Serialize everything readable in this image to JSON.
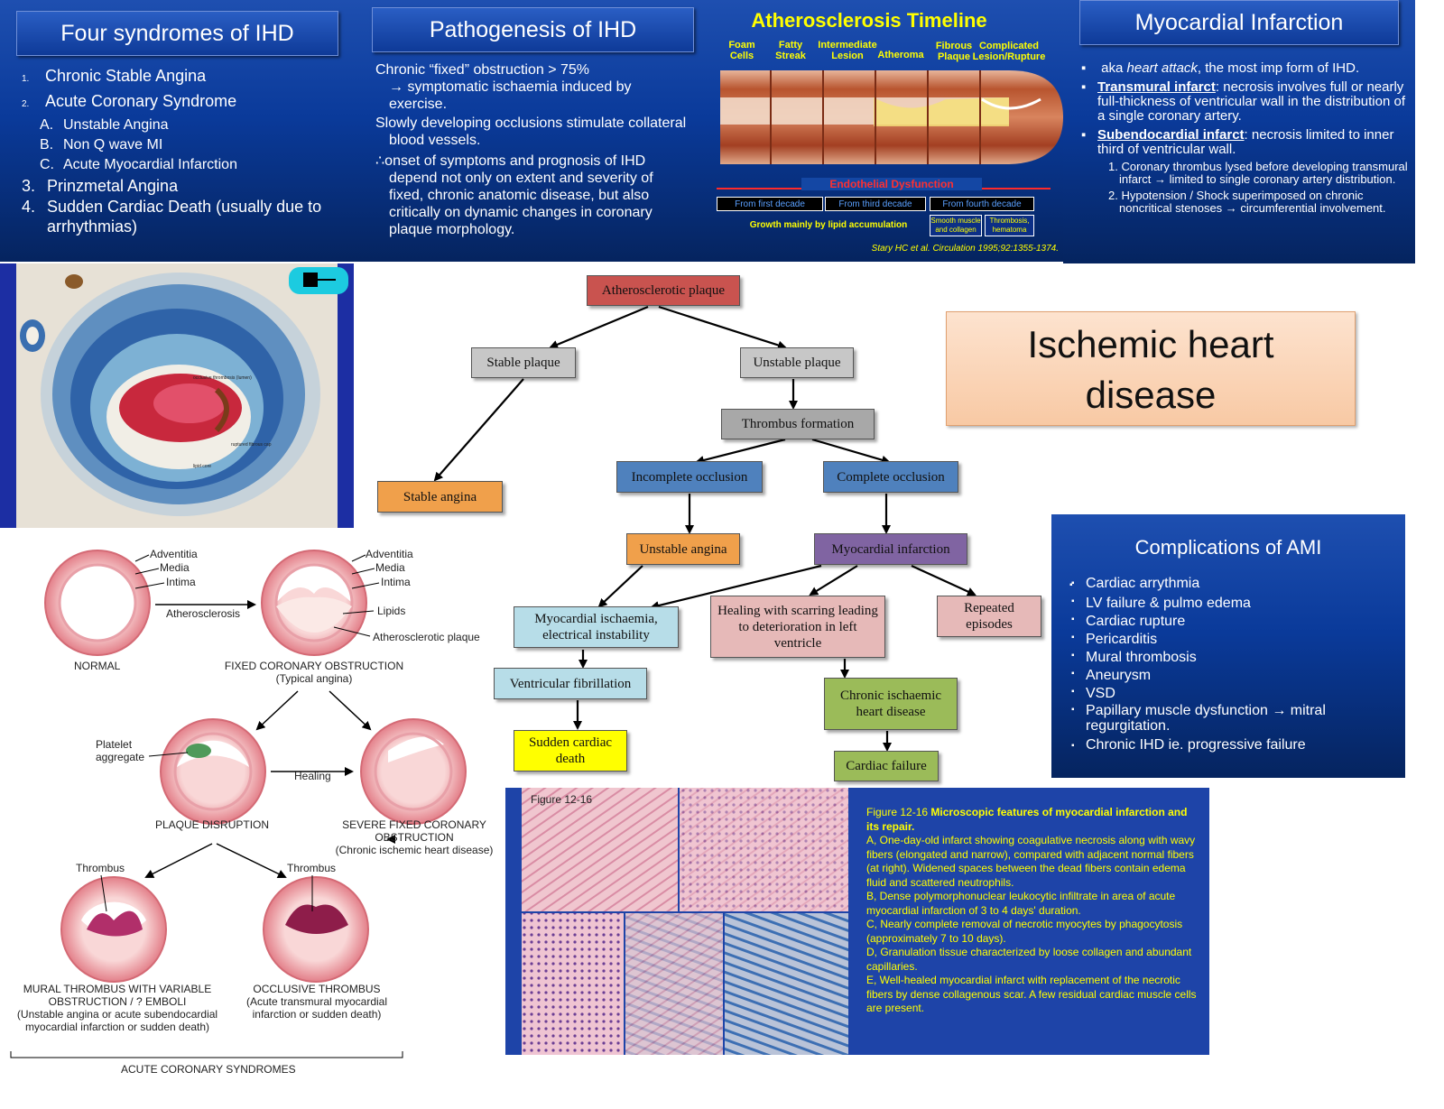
{
  "slide1": {
    "title": "Four syndromes of IHD",
    "items": [
      {
        "num": "1.",
        "text": "Chronic Stable Angina"
      },
      {
        "num": "2.",
        "text": "Acute Coronary Syndrome"
      },
      {
        "num": "A.",
        "text": "Unstable Angina"
      },
      {
        "num": "B.",
        "text": "Non Q wave MI"
      },
      {
        "num": "C.",
        "text": "Acute Myocardial Infarction"
      },
      {
        "num": "3.",
        "text": "Prinzmetal Angina"
      },
      {
        "num": "4.",
        "text": "Sudden Cardiac Death (usually due to arrhythmias)"
      }
    ]
  },
  "slide2": {
    "title": "Pathogenesis of IHD",
    "p1": "Chronic “fixed” obstruction > 75%",
    "p1b": "→ symptomatic ischaemia induced by exercise.",
    "p2": "Slowly developing occlusions stimulate collateral blood vessels.",
    "p3": "∴onset of symptoms and prognosis of IHD depend not only on extent and severity of fixed, chronic anatomic disease, but also critically on dynamic changes in coronary plaque morphology."
  },
  "slide3": {
    "title": "Atherosclerosis Timeline",
    "stages": [
      "Foam Cells",
      "Fatty Streak",
      "Intermediate Lesion",
      "Atheroma",
      "Fibrous Plaque",
      "Complicated Lesion/Rupture"
    ],
    "endothelial": "Endothelial Dysfunction",
    "decades": [
      "From first decade",
      "From third decade",
      "From fourth decade"
    ],
    "growth1": "Growth mainly by lipid accumulation",
    "growth2": "Smooth muscle and collagen",
    "growth3": "Thrombosis, hematoma",
    "citation": "Stary HC et al. Circulation 1995;92:1355-1374."
  },
  "slide4": {
    "title": "Myocardial Infarction",
    "b1_pre": "aka ",
    "b1_em": "heart attack",
    "b1_post": ", the most imp form of IHD.",
    "b2_term": "Transmural infarct",
    "b2_text": ": necrosis involves full or nearly full-thickness of ventricular wall in the distribution of a single coronary artery.",
    "b3_term": "Subendocardial infarct",
    "b3_text": ": necrosis limited to inner third of ventricular wall.",
    "s1": "1. Coronary thrombus lysed before developing transmural infarct → limited to single coronary artery distribution.",
    "s2": "2. Hypotension / Shock superimposed on chronic noncritical stenoses → circumferential involvement."
  },
  "histology": {
    "labels": [
      "occlusive thrombosis (lumen)",
      "ruptured fibrous cap",
      "lipid core"
    ]
  },
  "title_box": {
    "text": "Ischemic heart disease"
  },
  "flow": {
    "atherosclerotic_plaque": "Atherosclerotic plaque",
    "stable_plaque": "Stable plaque",
    "unstable_plaque": "Unstable plaque",
    "thrombus_formation": "Thrombus formation",
    "stable_angina": "Stable angina",
    "incomplete_occlusion": "Incomplete occlusion",
    "complete_occlusion": "Complete occlusion",
    "unstable_angina": "Unstable angina",
    "myocardial_infarction": "Myocardial infarction",
    "myocardial_ischaemia": "Myocardial ischaemia, electrical instability",
    "healing_scarring": "Healing with scarring leading to deterioration in left ventricle",
    "repeated_episodes": "Repeated episodes",
    "ventricular_fibrillation": "Ventricular fibrillation",
    "chronic_ihd": "Chronic ischaemic heart disease",
    "sudden_cardiac_death": "Sudden cardiac death",
    "cardiac_failure": "Cardiac failure"
  },
  "complications": {
    "title": "Complications of AMI",
    "items": [
      "Cardiac arrythmia",
      "LV failure & pulmo edema",
      "Cardiac rupture",
      "Pericarditis",
      "Mural thrombosis",
      "Aneurysm",
      "VSD",
      "Papillary muscle dysfunction → mitral regurgitation.",
      "Chronic IHD ie. progressive failure"
    ]
  },
  "diagram": {
    "adventitia": "Adventitia",
    "media": "Media",
    "intima": "Intima",
    "atherosclerosis": "Atherosclerosis",
    "lipids": "Lipids",
    "atherosclerotic_plaque": "Atherosclerotic plaque",
    "normal": "NORMAL",
    "fixed_obstruction": "FIXED CORONARY OBSTRUCTION",
    "typical_angina": "(Typical angina)",
    "platelet_aggregate": "Platelet aggregate",
    "healing": "Healing",
    "plaque_disruption": "PLAQUE DISRUPTION",
    "severe_fixed": "SEVERE FIXED CORONARY OBSTRUCTION",
    "chronic_ihd": "(Chronic ischemic heart disease)",
    "thrombus": "Thrombus",
    "mural_thrombus": "MURAL THROMBUS WITH VARIABLE OBSTRUCTION / ? EMBOLI",
    "mural_sub": "(Unstable angina or acute subendocardial myocardial infarction or sudden death)",
    "occlusive": "OCCLUSIVE THROMBUS",
    "occlusive_sub": "(Acute transmural myocardial infarction or sudden death)",
    "acs": "ACUTE CORONARY SYNDROMES"
  },
  "figure": {
    "label": "Figure 12-16",
    "title_pre": "Figure 12-16 ",
    "title_bold": "Microscopic features of myocardial infarction and its repair.",
    "A": "A, One-day-old infarct showing coagulative necrosis along with wavy fibers (elongated and narrow), compared with adjacent normal fibers (at right). Widened spaces between the dead fibers contain edema fluid and scattered neutrophils.",
    "B": "B, Dense polymorphonuclear leukocytic infiltrate in area of acute myocardial infarction of 3 to 4 days' duration.",
    "C": "C, Nearly complete removal of necrotic myocytes by phagocytosis (approximately 7 to 10 days).",
    "D": "D, Granulation tissue characterized by loose collagen and abundant capillaries.",
    "E": "E, Well-healed myocardial infarct with replacement of the necrotic fibers by dense collagenous scar. A few residual cardiac muscle cells are present."
  }
}
